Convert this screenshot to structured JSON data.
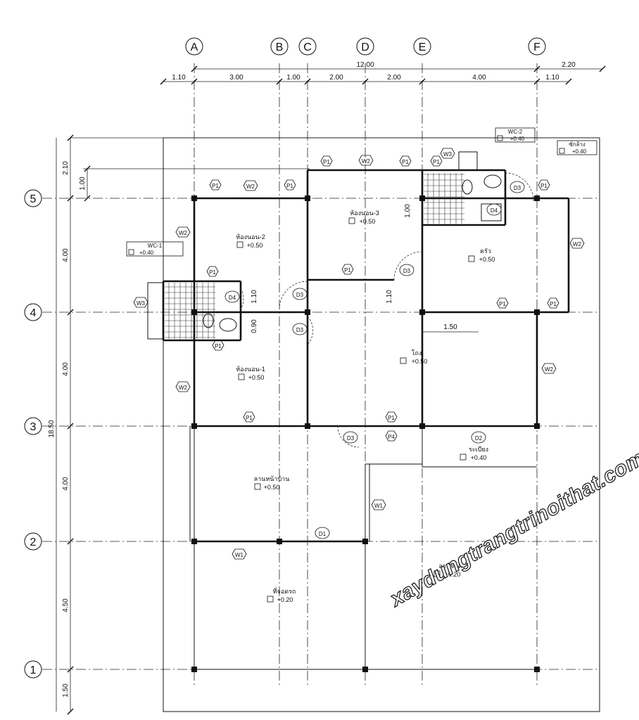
{
  "grid_columns": [
    "A",
    "B",
    "C",
    "D",
    "E",
    "F"
  ],
  "grid_rows": [
    "5",
    "4",
    "3",
    "2",
    "1"
  ],
  "top_dims": {
    "total": "12.00",
    "right_ext": "2.20",
    "segments": [
      "1.10",
      "3.00",
      "1.00",
      "2.00",
      "2.00",
      "4.00",
      "1.10"
    ]
  },
  "left_dims": {
    "total": "18.50",
    "segments": [
      "2.10",
      "4.00",
      "4.00",
      "4.00",
      "4.50",
      "1.50"
    ],
    "inner": "1.00"
  },
  "inner_dims": [
    "1.00",
    "1.10",
    "0.90",
    "1.10",
    "1.50"
  ],
  "rooms": [
    {
      "id": "bed2",
      "label": "ห้องนอน-2",
      "level": "+0.50"
    },
    {
      "id": "bed3",
      "label": "ห้องนอน-3",
      "level": "+0.50"
    },
    {
      "id": "kitchen",
      "label": "ครัว",
      "level": "+0.50"
    },
    {
      "id": "bed1",
      "label": "ห้องนอน-1",
      "level": "+0.50"
    },
    {
      "id": "living",
      "label": "โถง",
      "level": "+0.50"
    },
    {
      "id": "wc1",
      "label": "WC-1",
      "level": "+0.40"
    },
    {
      "id": "wc2",
      "label": "WC-2",
      "level": "+0.40"
    },
    {
      "id": "laundry",
      "label": "ซักล้าง",
      "level": "+0.40"
    },
    {
      "id": "porch",
      "label": "ระเบียง",
      "level": "+0.40"
    },
    {
      "id": "terrace",
      "label": "ลานหน้าบ้าน",
      "level": "+0.50"
    },
    {
      "id": "carport",
      "label": "ที่จอดรถ",
      "level": "+0.20"
    },
    {
      "id": "parking",
      "label": "ลานจอด",
      "level": "+0.20"
    }
  ],
  "tags": {
    "P1": "P1",
    "P4": "P4",
    "W1": "W1",
    "W2": "W2",
    "W3": "W3",
    "D1": "D1",
    "D2": "D2",
    "D3": "D3",
    "D4": "D4"
  },
  "watermark": "xaydungtrangtrinoithat.com"
}
